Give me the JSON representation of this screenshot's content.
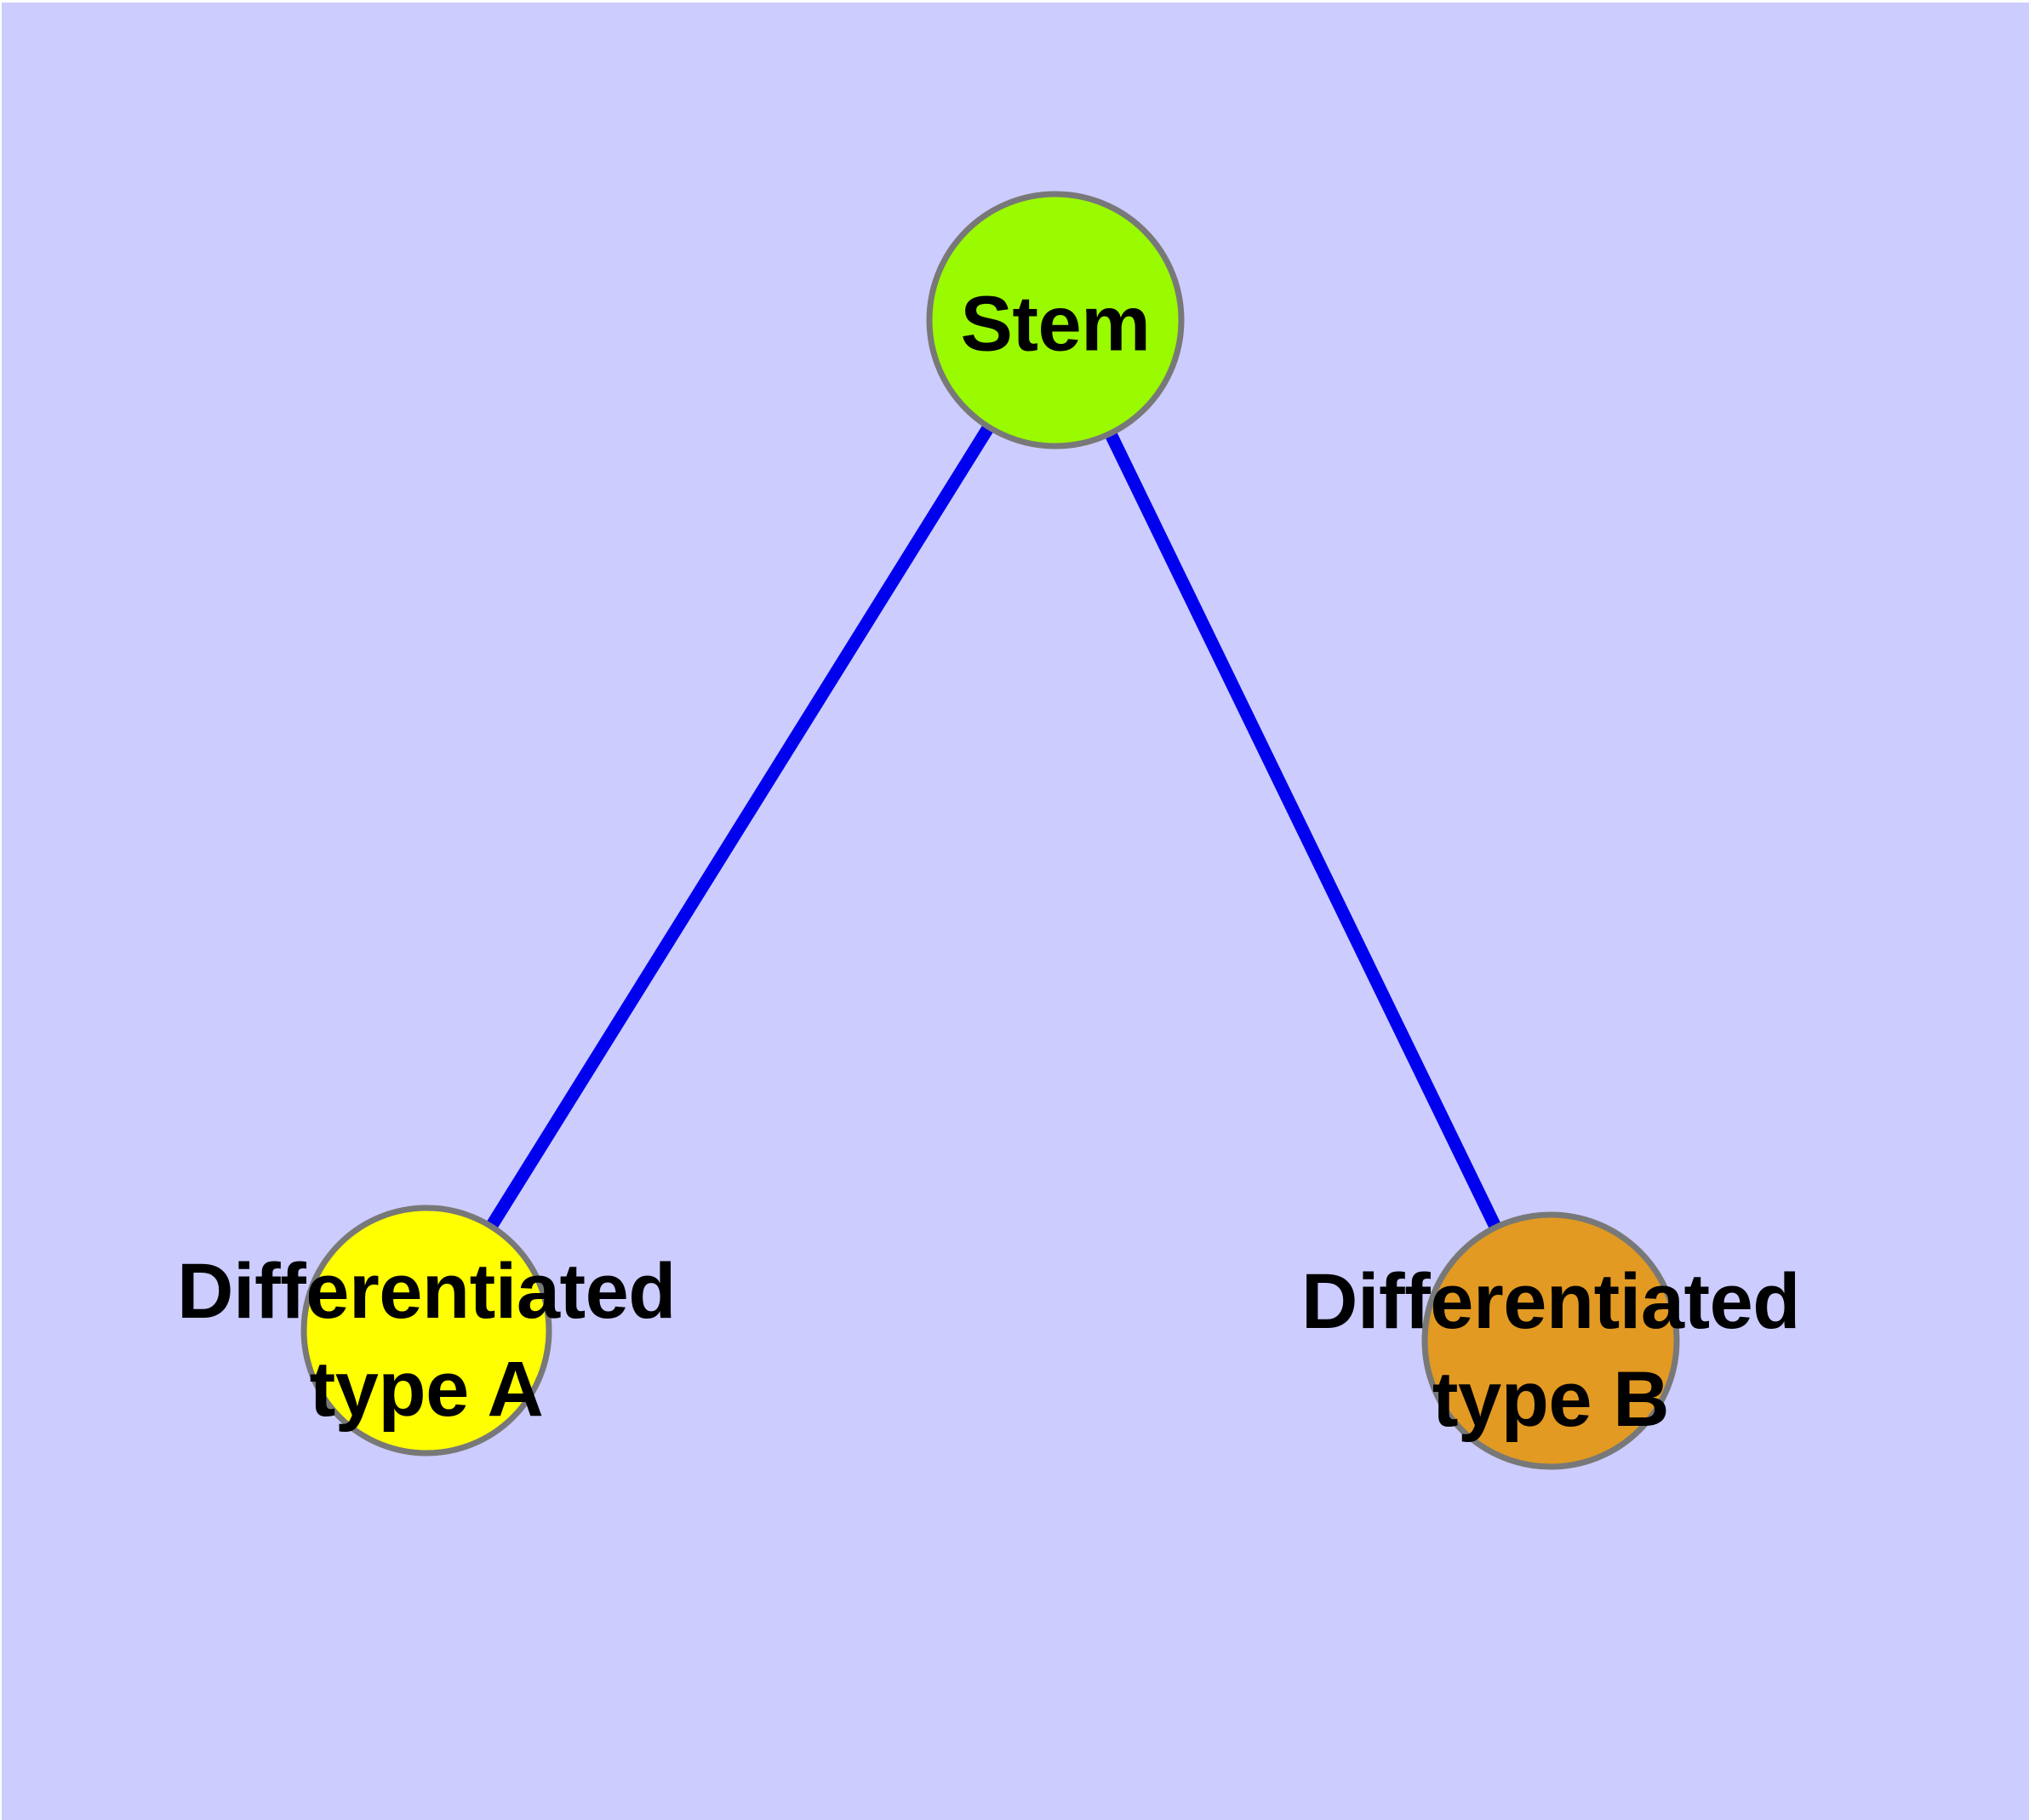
{
  "diagram": {
    "background_color": "#ccccff",
    "margin_color": "#ffffff",
    "edge_color": "#0000ee",
    "node_border_color": "#787878",
    "text_color": "#000000",
    "nodes": {
      "stem": {
        "label": "Stem",
        "fill": "#9afa00"
      },
      "type_a": {
        "label_line1": "Differentiated",
        "label_line2": "type A",
        "fill": "#ffff00"
      },
      "type_b": {
        "label_line1": "Differentiated",
        "label_line2": "type B",
        "fill": "#e29a22"
      }
    },
    "edges": [
      {
        "from": "Stem",
        "to": "Differentiated type A"
      },
      {
        "from": "Stem",
        "to": "Differentiated type B"
      }
    ]
  }
}
